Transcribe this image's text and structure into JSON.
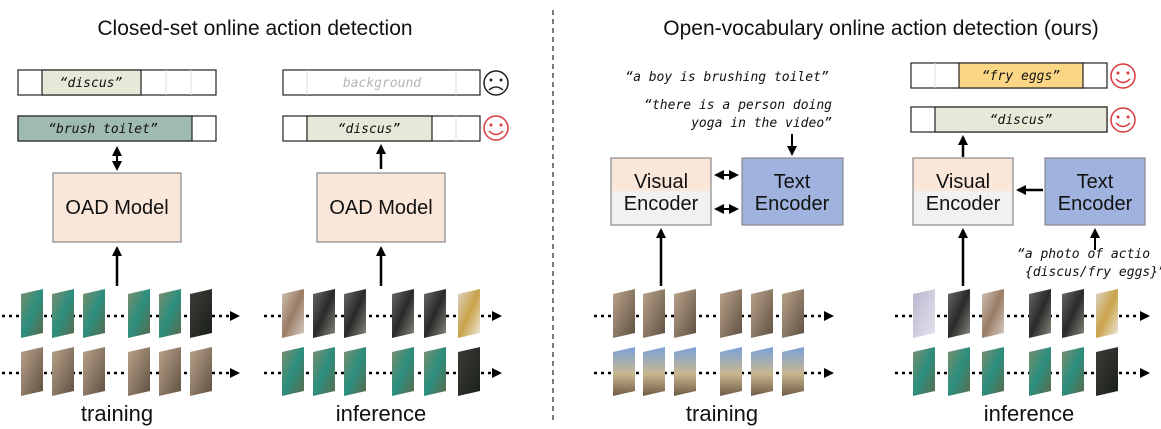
{
  "left_title": "Closed-set online action detection",
  "right_title": "Open-vocabulary online action detection (ours)",
  "closed": {
    "train_label1": "“discus”",
    "train_label2": "“brush toilet”",
    "infer_label1": "background",
    "infer_label2": "“discus”",
    "model": "OAD Model",
    "train_caption": "training",
    "infer_caption": "inference"
  },
  "open": {
    "caption_text1": "“a boy is brushing toilet”",
    "caption_text2a": "“there is a person doing",
    "caption_text2b": "yoga in the video”",
    "visual_encoder_1": "Visual",
    "visual_encoder_2": "Encoder",
    "text_encoder_1": "Text",
    "text_encoder_2": "Encoder",
    "infer_label1": "“fry eggs”",
    "infer_label2": "“discus”",
    "prompt1": "“a photo of actio",
    "prompt2": "{discus/fry eggs}”",
    "train_caption": "training",
    "infer_caption": "inference"
  },
  "colors": {
    "model_fill": "#fbe6da",
    "text_encoder_fill": "#9fb3de",
    "discus_fill": "#e6e8d8",
    "brush_fill": "#9fbab2",
    "fry_fill": "#fbd785",
    "happy_face": "#d93a3a",
    "sad_face": "#222222"
  }
}
